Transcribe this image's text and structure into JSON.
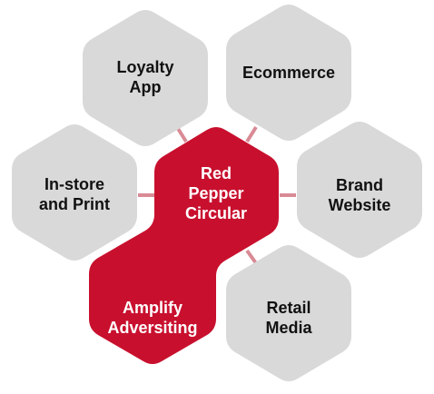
{
  "colors": {
    "node": "#d9d9d9",
    "accent": "#c8102e",
    "connector": "#d98a95",
    "text_dark": "#111111",
    "text_light": "#ffffff"
  },
  "nodes": {
    "loyalty_app": {
      "lines": [
        "Loyalty",
        "App"
      ]
    },
    "ecommerce": {
      "lines": [
        "Ecommerce"
      ]
    },
    "in_store_print": {
      "lines": [
        "In-store",
        "and Print"
      ]
    },
    "red_pepper_circular": {
      "lines": [
        "Red",
        "Pepper",
        "Circular"
      ]
    },
    "brand_website": {
      "lines": [
        "Brand",
        "Website"
      ]
    },
    "amplify_advertising": {
      "lines": [
        "Amplify",
        "Adversiting"
      ]
    },
    "retail_media": {
      "lines": [
        "Retail",
        "Media"
      ]
    }
  }
}
